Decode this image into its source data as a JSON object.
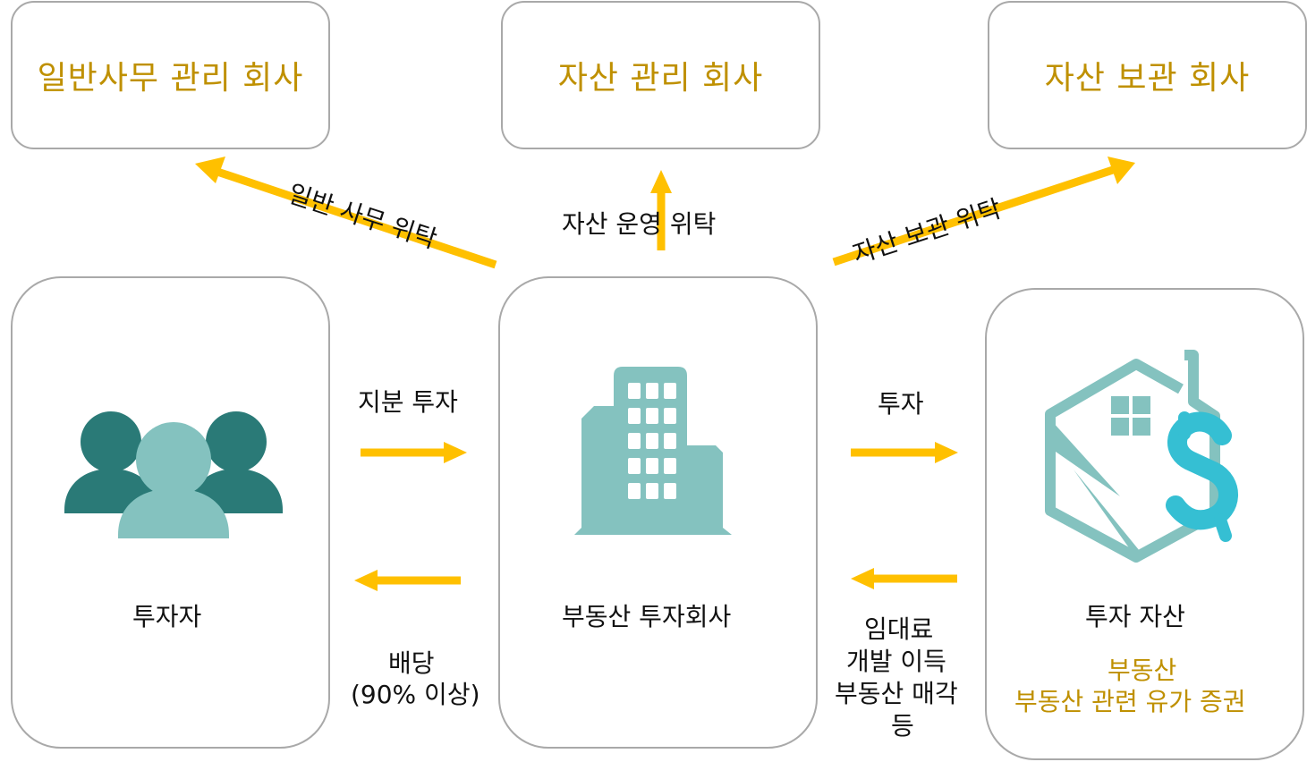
{
  "colors": {
    "accent_gold": "#bf9000",
    "arrow_yellow": "#ffc000",
    "teal_dark": "#2a7a77",
    "teal_light": "#84c2bf",
    "cyan": "#35bfd3",
    "border": "#a9a9a9"
  },
  "top_boxes": {
    "general_admin": "일반사무 관리 회사",
    "asset_mgmt": "자산 관리 회사",
    "custody": "자산 보관 회사"
  },
  "delegations": {
    "general_admin": "일반 사무 위탁",
    "asset_ops": "자산 운영 위탁",
    "custody": "자산 보관 위탁"
  },
  "nodes": {
    "investor": {
      "label": "투자자",
      "icon": "people-icon"
    },
    "company": {
      "label": "부동산 투자회사",
      "icon": "building-icon"
    },
    "assets": {
      "label": "투자 자산",
      "icon": "house-dollar-icon",
      "detail_1": "부동산",
      "detail_2": "부동산 관련 유가 증권"
    }
  },
  "flows": {
    "equity": "지분 투자",
    "dividend_1": "배당",
    "dividend_2": "(90% 이상)",
    "invest": "투자",
    "returns_1": "임대료",
    "returns_2": "개발 이득",
    "returns_3": "부동산 매각",
    "returns_4": "등"
  }
}
